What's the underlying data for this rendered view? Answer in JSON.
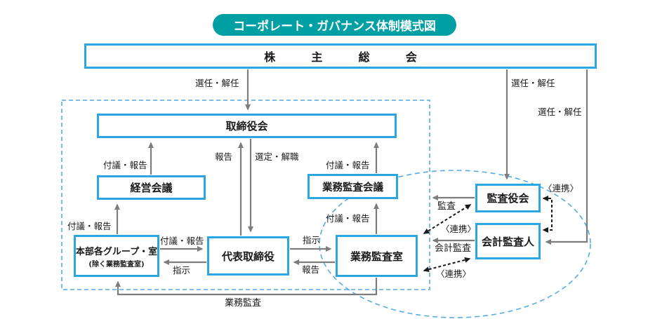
{
  "title": "コーポレート・ガバナンス体制模式図",
  "boxes": {
    "shareholders_meeting": "株主総会",
    "board_of_directors": "取締役会",
    "management_meeting": "経営会議",
    "business_audit_meeting": "業務監査会議",
    "hq_groups": "本部各グループ・室",
    "hq_groups_note": "(除く業務監査室)",
    "representative_director": "代表取締役",
    "business_audit_office": "業務監査室",
    "board_of_auditors": "監査役会",
    "accounting_auditor": "会計監査人"
  },
  "edge_labels": {
    "appoint_dismiss_board": "選任・解任",
    "appoint_dismiss_auditors": "選任・解任",
    "appoint_dismiss_acct": "選任・解任",
    "submit_report_mgmt": "付議・報告",
    "report_to_board": "報告",
    "select_remove": "選定・解職",
    "submit_report_audit_meeting": "付議・報告",
    "submit_report_hq_to_mgmt": "付議・報告",
    "submit_report_office_to_meeting": "付議・報告",
    "submit_report_hq_to_rep": "付議・報告",
    "instruct_hq": "指示",
    "instruct_office": "指示",
    "report_office_to_rep": "報告",
    "business_audit": "業務監査",
    "audit": "監査",
    "accounting_audit": "会計監査",
    "cooperation_office_auditors": "〈連携〉",
    "cooperation_auditors_acct": "〈連携〉",
    "cooperation_office_acct": "〈連携〉"
  },
  "colors": {
    "accent_blue": "#2ca6e0",
    "dashed_blue": "#55ace2",
    "title_teal": "#009fa3",
    "arrow_gray": "#7d7d7d",
    "link_black": "#1a1a1a"
  }
}
